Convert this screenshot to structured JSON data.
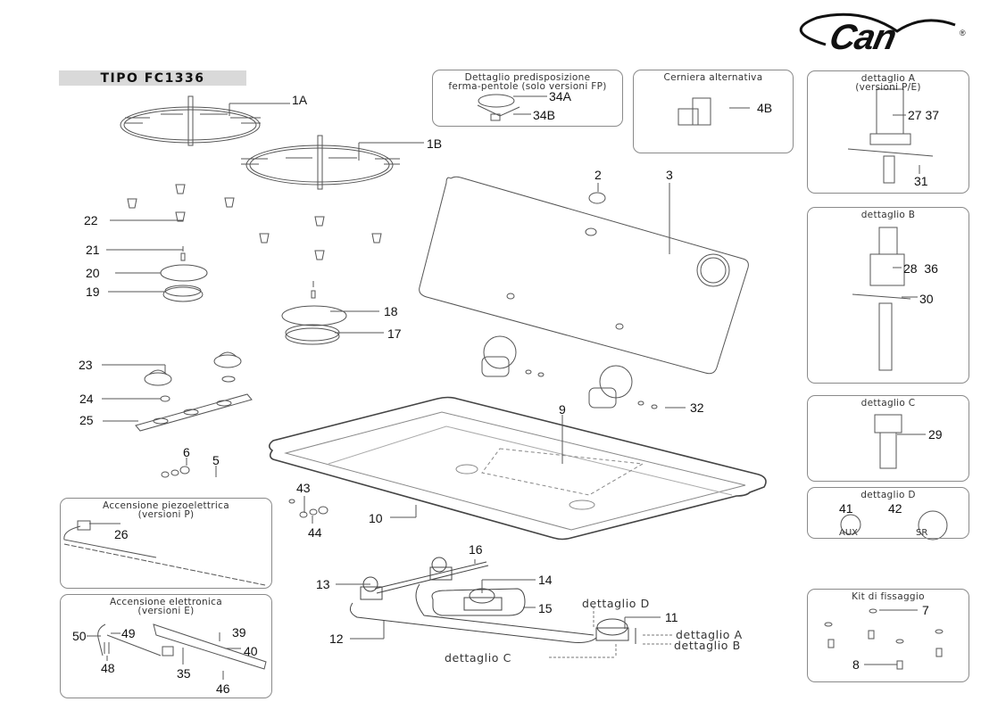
{
  "header": {
    "model_title": "TIPO FC1336",
    "brand_logo": "Can",
    "brand_mark": "®"
  },
  "insets": {
    "pot_stand": {
      "title_line1": "Dettaglio predisposizione",
      "title_line2": "ferma-pentole (solo versioni FP)",
      "labels": [
        "34A",
        "34B"
      ]
    },
    "hinge": {
      "title": "Cerniera alternativa",
      "labels": [
        "4B"
      ]
    },
    "detail_a": {
      "title_line1": "dettaglio A",
      "title_line2": "(versioni P/E)",
      "labels": [
        "27 37",
        "31"
      ]
    },
    "detail_b": {
      "title": "dettaglio B",
      "labels": [
        "28  36",
        "30"
      ]
    },
    "detail_c": {
      "title": "dettaglio C",
      "labels": [
        "29"
      ]
    },
    "detail_d": {
      "title": "dettaglio D",
      "labels": [
        "41",
        "42"
      ],
      "tags": [
        "AUX",
        "SR"
      ]
    },
    "piezo": {
      "title_line1": "Accensione piezoelettrica",
      "title_line2": "(versioni P)",
      "labels": [
        "26"
      ]
    },
    "electronic": {
      "title_line1": "Accensione elettronica",
      "title_line2": "(versioni E)",
      "labels": [
        "50",
        "49",
        "48",
        "35",
        "39",
        "40",
        "46"
      ]
    },
    "fixing_kit": {
      "title": "Kit di fissaggio",
      "labels": [
        "7",
        "8"
      ]
    }
  },
  "callouts": {
    "c1A": "1A",
    "c1B": "1B",
    "c2": "2",
    "c3": "3",
    "c22": "22",
    "c21": "21",
    "c20": "20",
    "c19": "19",
    "c18": "18",
    "c17": "17",
    "c23": "23",
    "c24": "24",
    "c25": "25",
    "c6": "6",
    "c5": "5",
    "c9": "9",
    "c32": "32",
    "c43": "43",
    "c44": "44",
    "c10": "10",
    "c16": "16",
    "c13": "13",
    "c14": "14",
    "c15": "15",
    "c12": "12",
    "c11": "11"
  },
  "detail_refs": {
    "ref_d": "dettaglio D",
    "ref_a": "dettaglio A",
    "ref_b": "dettaglio B",
    "ref_c": "dettaglio C"
  }
}
